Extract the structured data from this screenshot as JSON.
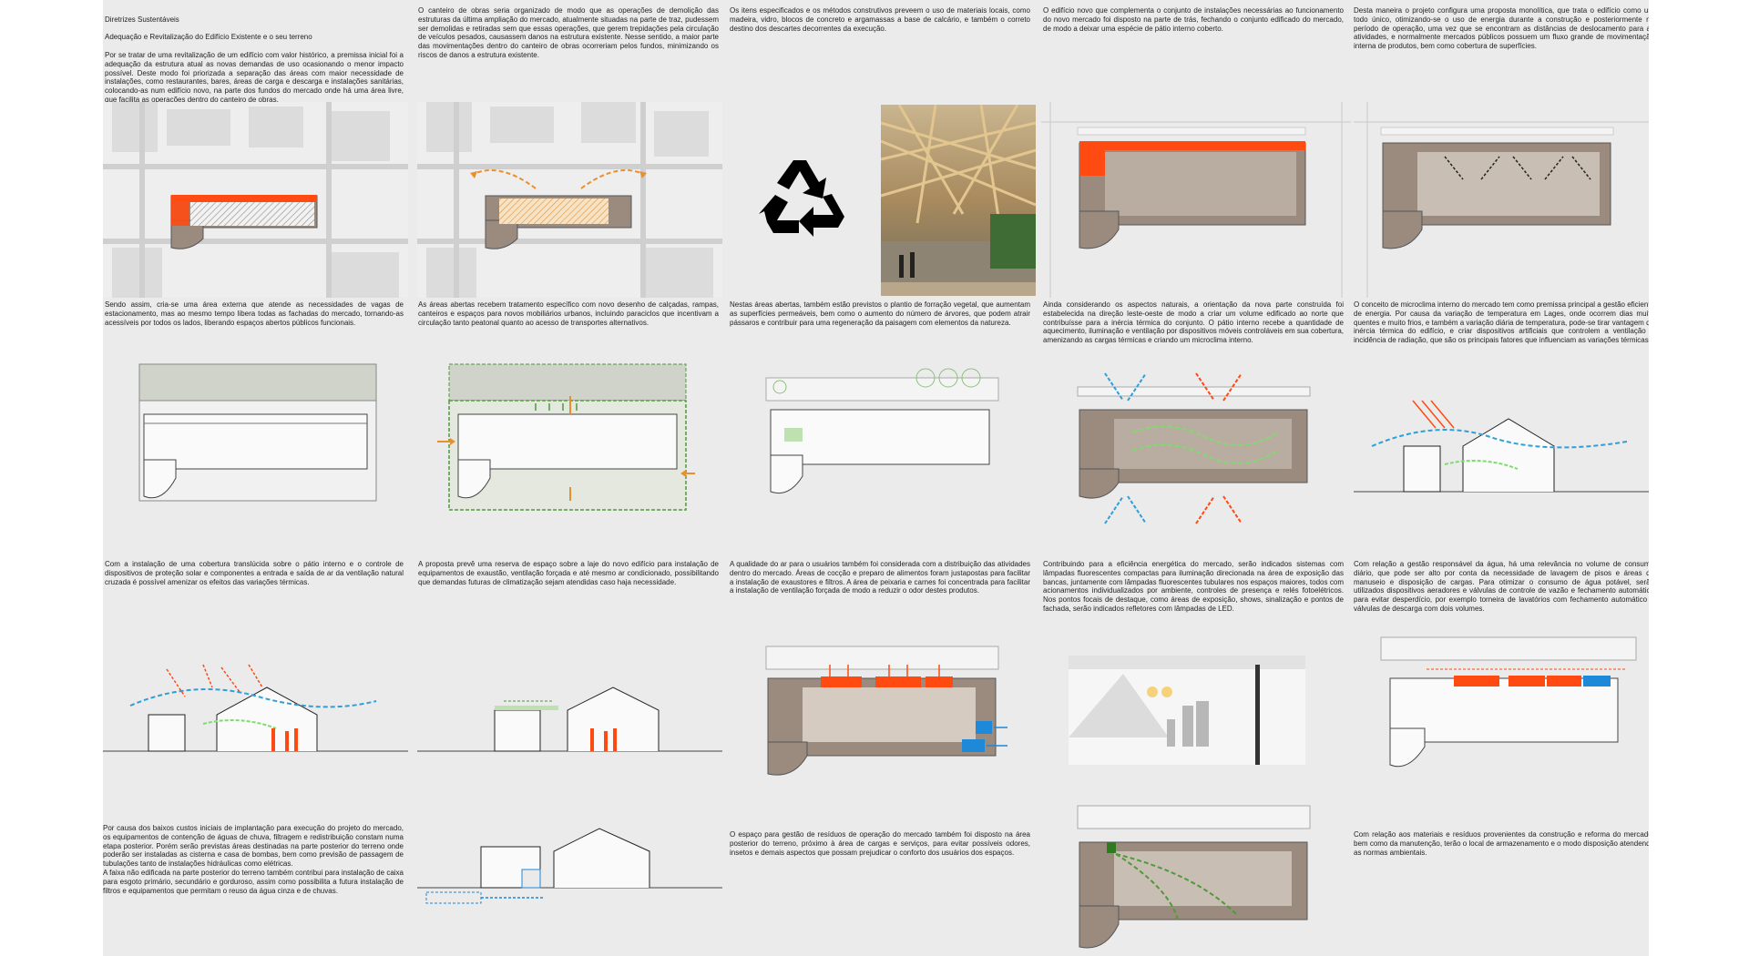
{
  "header": {
    "title": "Diretrizes Sustentáveis",
    "subtitle": "Adequação e Revitalização do Edifício Existente e o seu terreno"
  },
  "text_blocks": {
    "r1c1": "Por se tratar de uma revitalização de um edifício com valor histórico, a premissa inicial foi a adequação da estrutura atual as novas demandas de uso ocasionando o menor impacto possível. Deste modo foi priorizada a separação das áreas com maior necessidade de instalações, como restaurantes, bares, áreas de carga e descarga e instalações sanitárias, colocando-as num edifício novo, na parte dos fundos do mercado onde há uma área livre, que facilita as operações dentro do canteiro de obras.",
    "r1c2": "O canteiro de obras seria organizado de modo que as operações de demolição das estruturas da última ampliação do mercado, atualmente situadas na parte de traz, pudessem ser demolidas e retiradas sem que essas operações, que gerem trepidações pela circulação de veículos pesados, causassem danos na estrutura existente. Nesse sentido, a maior parte das movimentações dentro do canteiro de obras ocorreriam pelos fundos, minimizando os riscos de danos a estrutura existente.",
    "r1c3": "Os itens especificados e os métodos construtivos preveem o uso de materiais locais, como madeira, vidro, blocos de concreto e argamassas a base de calcário, e também o correto destino dos descartes decorrentes da execução.",
    "r1c4": "O edifício novo que complementa o conjunto de instalações necessárias ao funcionamento do novo mercado foi disposto na parte de trás, fechando o conjunto edificado do mercado, de modo a deixar uma espécie de pátio interno coberto.",
    "r1c5": "Desta maneira o projeto configura uma proposta monolítica, que trata o edifício como um todo único, otimizando-se o uso de energia durante a construção e posteriormente no período de operação, uma vez que se encontram as distâncias de deslocamento para as atividades, e normalmente mercados públicos possuem um fluxo grande de movimentação interna de produtos, bem como cobertura de superfícies.",
    "r2c1": "Sendo assim, cria-se uma área externa que atende as necessidades de vagas de estacionamento, mas ao mesmo tempo libera todas as fachadas do mercado, tornando-as acessíveis por todos os lados, liberando espaços abertos públicos funcionais.",
    "r2c2": "As áreas abertas recebem tratamento específico com novo desenho de calçadas, rampas, canteiros e espaços para novos mobiliários urbanos, incluindo paraciclos que incentivam a circulação tanto peatonal quanto ao acesso de transportes alternativos.",
    "r2c3": "Nestas áreas abertas, também estão previstos o plantio de forração vegetal, que aumentam as superfícies permeáveis, bem como o aumento do número de árvores, que podem atrair pássaros e contribuir para uma regeneração da paisagem com elementos da natureza.",
    "r2c4": "Ainda considerando os aspectos naturais, a orientação da nova parte construída foi estabelecida na direção leste-oeste de modo a criar um volume edificado ao norte que contribuísse para a inércia térmica do conjunto. O pátio interno recebe a quantidade de aquecimento, iluminação e ventilação por dispositivos móveis controláveis em sua cobertura, amenizando as cargas térmicas e criando um microclima interno.",
    "r2c5": "O conceito de microclima interno do mercado tem como premissa principal a gestão eficiente de energia. Por causa da variação de temperatura em Lages, onde ocorrem dias muito quentes e muito frios, e também a variação diária de temperatura, pode-se tirar vantagem da inércia térmica do edifício, e criar dispositivos artificiais que controlem a ventilação e incidência de radiação, que são os principais fatores que influenciam as variações térmicas.",
    "r3c1": "Com a instalação de uma cobertura translúcida sobre o pátio interno e o controle de dispositivos de proteção solar e componentes a entrada e saída de ar da ventilação natural cruzada é possível amenizar os efeitos das variações térmicas.",
    "r3c2": "A proposta prevê uma reserva de espaço sobre a laje do novo edifício para instalação de equipamentos de exaustão, ventilação forçada e até mesmo ar condicionado, possibilitando que demandas futuras de climatização sejam atendidas caso haja necessidade.",
    "r3c3": "A qualidade do ar para o usuários também foi considerada com a distribuição das atividades dentro do mercado. Áreas de cocção e preparo de alimentos foram justapostas para facilitar a instalação de exaustores e filtros. A área de peixaria e carnes foi concentrada para facilitar a instalação de ventilação forçada de modo a reduzir o odor destes produtos.",
    "r3c4": "Contribuindo para a eficiência energética do mercado, serão indicados sistemas com lâmpadas fluorescentes compactas para iluminação direcionada na área de exposição das bancas, juntamente com lâmpadas fluorescentes tubulares nos espaços maiores, todos com acionamentos individualizados por ambiente, controles de presença e relés fotoelétricos. Nos pontos focais de destaque, como áreas de exposição, shows, sinalização e pontos de fachada, serão indicados refletores com lâmpadas de LED.",
    "r3c5": "Com relação a gestão responsável da água, há uma relevância no volume de consumo diário, que pode ser alto por conta da necessidade de lavagem de pisos e áreas de manuseio e disposição de cargas. Para otimizar o consumo de água potável, serão utilizados dispositivos aeradores e válvulas de controle de vazão e fechamento automático para evitar desperdício, por exemplo torneira de lavatórios com fechamento automático e válvulas de descarga com dois volumes.",
    "r4c1": "Por causa dos baixos custos iniciais de implantação para execução do projeto do mercado, os equipamentos de contenção de águas de chuva, filtragem e redistribuição constam numa etapa posterior. Porém serão previstas áreas destinadas na parte posterior do terreno onde poderão ser instaladas as cisterna e casa de bombas, bem como previsão de passagem de tubulações tanto de instalações hidráulicas como elétricas.\nA faixa não edificada na parte posterior do terreno também contribui para instalação de caixa para esgoto primário, secundário e gorduroso, assim como possibilita a futura instalação de filtros e equipamentos que permitam o reuso da água cinza e de chuvas.",
    "r4c3": "O espaço para gestão de resíduos de operação do mercado também foi disposto na área posterior do terreno, próximo à área de cargas e serviços, para evitar possíveis odores, insetos e demais aspectos que possam prejudicar o conforto dos usuários dos espaços.",
    "r4c5": "Com relação aos materiais e resíduos provenientes da construção e reforma do mercado, bem como da manutenção, terão o local de armazenamento e o modo disposição atendendo as normas ambientais."
  },
  "colors": {
    "board": "#ebebeb",
    "building": "#9b8b7e",
    "new_building": "#ff4a12",
    "cool_air": "#2e9fd8",
    "vegetation": "#4e9a3a",
    "demolition": "#e9902e",
    "water": "#1e88d9"
  },
  "icons": [
    "recycle-icon",
    "cupula-photo"
  ]
}
